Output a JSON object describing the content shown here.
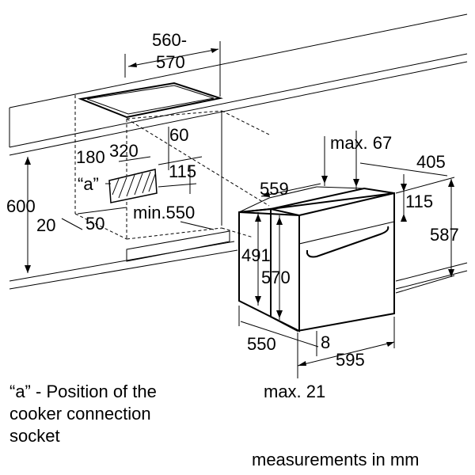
{
  "dimensions": {
    "cooktop_width_top": "560-",
    "cooktop_width_bottom": "570",
    "socket_offset_left": "180",
    "socket_width": "320",
    "socket_offset_right": "60",
    "socket_height": "115",
    "socket_marker": "“a”",
    "niche_height": "600",
    "niche_inset": "20",
    "niche_depth_offset": "50",
    "niche_min_depth": "min.550",
    "oven_top_max": "max. 67",
    "oven_depth_top": "405",
    "oven_depth_body": "559",
    "oven_top_height": "115",
    "oven_total_height": "587",
    "oven_front_height": "491",
    "oven_niche_height": "570",
    "oven_width_base": "550",
    "oven_offset": "8",
    "oven_width": "595",
    "oven_bottom_max": "max. 21"
  },
  "legend": {
    "line1": "“a” - Position of the",
    "line2": "cooker connection",
    "line3": "socket"
  },
  "footer": {
    "units": "measurements in mm"
  }
}
